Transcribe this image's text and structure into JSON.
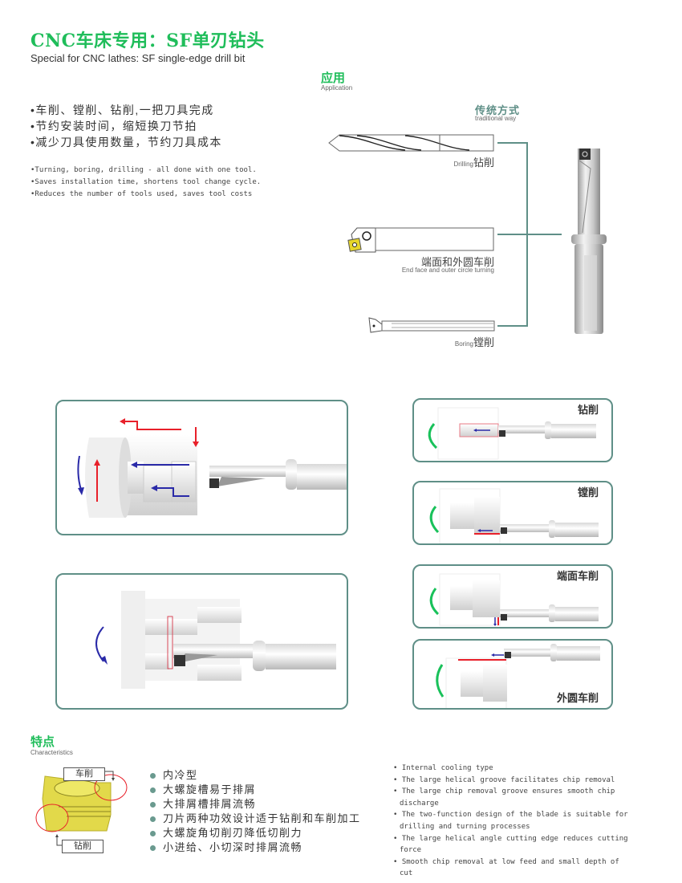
{
  "header": {
    "title_cn": "CNC车床专用：SF单刃钻头",
    "title_en": "Special for CNC lathes: SF single-edge drill bit"
  },
  "application": {
    "heading_cn": "应用",
    "heading_en": "Application",
    "traditional_cn": "传统方式",
    "traditional_en": "traditional way",
    "tools": [
      {
        "label_cn": "钻削",
        "label_en": "Drilling",
        "icon": "twist-drill-icon"
      },
      {
        "label_cn": "端面和外圆车削",
        "label_en": "End face and outer circle turning",
        "icon": "turning-tool-icon"
      },
      {
        "label_cn": "镗削",
        "label_en": "Boring",
        "icon": "boring-bar-icon"
      }
    ],
    "result_icon": "sf-drill-icon"
  },
  "benefits": {
    "cn": [
      "•车削、镗削、钻削,一把刀具完成",
      "•节约安装时间，缩短换刀节拍",
      "•减少刀具使用数量，节约刀具成本"
    ],
    "en": [
      "•Turning, boring, drilling - all done with one tool.",
      "•Saves installation time, shortens tool change cycle.",
      "•Reduces the number of tools used, saves tool costs"
    ]
  },
  "operations": [
    {
      "label": "钻削"
    },
    {
      "label": "镗削"
    },
    {
      "label": "端面车削"
    },
    {
      "label": "外圆车削"
    }
  ],
  "colors": {
    "brand_green": "#1fbd5a",
    "frame_teal": "#5f8f87",
    "arrow_red": "#e8202a",
    "arrow_blue": "#2a2aa8",
    "rotation_green": "#19c15a",
    "insert_yellow": "#e2d94a"
  },
  "characteristics": {
    "heading_cn": "特点",
    "heading_en": "Characteristics",
    "insert_labels": {
      "turning": "车削",
      "drilling": "钻削"
    },
    "items_cn": [
      "内冷型",
      "大螺旋槽易于排屑",
      "大排屑槽排屑流畅",
      "刀片两种功效设计适于钻削和车削加工",
      "大螺旋角切削刃降低切削力",
      "小进给、小切深时排屑流畅"
    ],
    "items_en": [
      "• Internal cooling type",
      "• The large helical groove facilitates chip removal",
      "• The large chip removal groove ensures smooth chip discharge",
      "• The two-function design of the blade is suitable for drilling and turning processes",
      "• The large helical angle cutting edge reduces cutting force",
      "• Smooth chip removal at low feed and small depth of cut"
    ]
  }
}
